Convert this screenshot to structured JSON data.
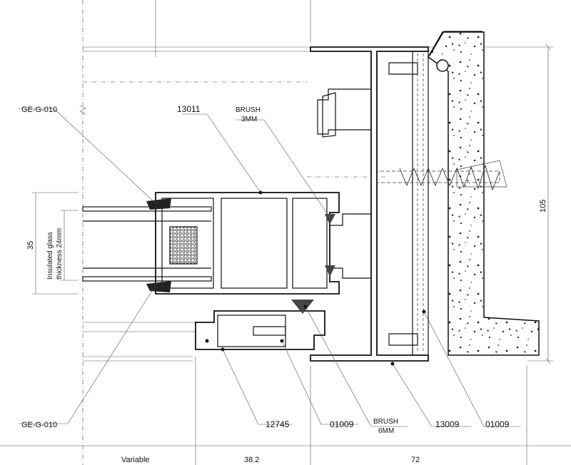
{
  "labels": {
    "gasket_top": "GE-G-010",
    "gasket_bottom": "GE-G-010",
    "profile_sash": "13011",
    "brush_top_line1": "BRUSH",
    "brush_top_line2": "3MM",
    "glass_line1": "Insulated glass",
    "glass_line2": "thickness 24mm",
    "dim_left": "35",
    "dim_right": "105",
    "profile_bottom_left": "12745",
    "part_01009_a": "01009",
    "brush_bottom_line1": "BRUSH",
    "brush_bottom_line2": "6MM",
    "profile_frame": "13009",
    "part_01009_b": "01009",
    "dim_variable": "Variable",
    "dim_38": "38.2",
    "dim_72": "72"
  }
}
